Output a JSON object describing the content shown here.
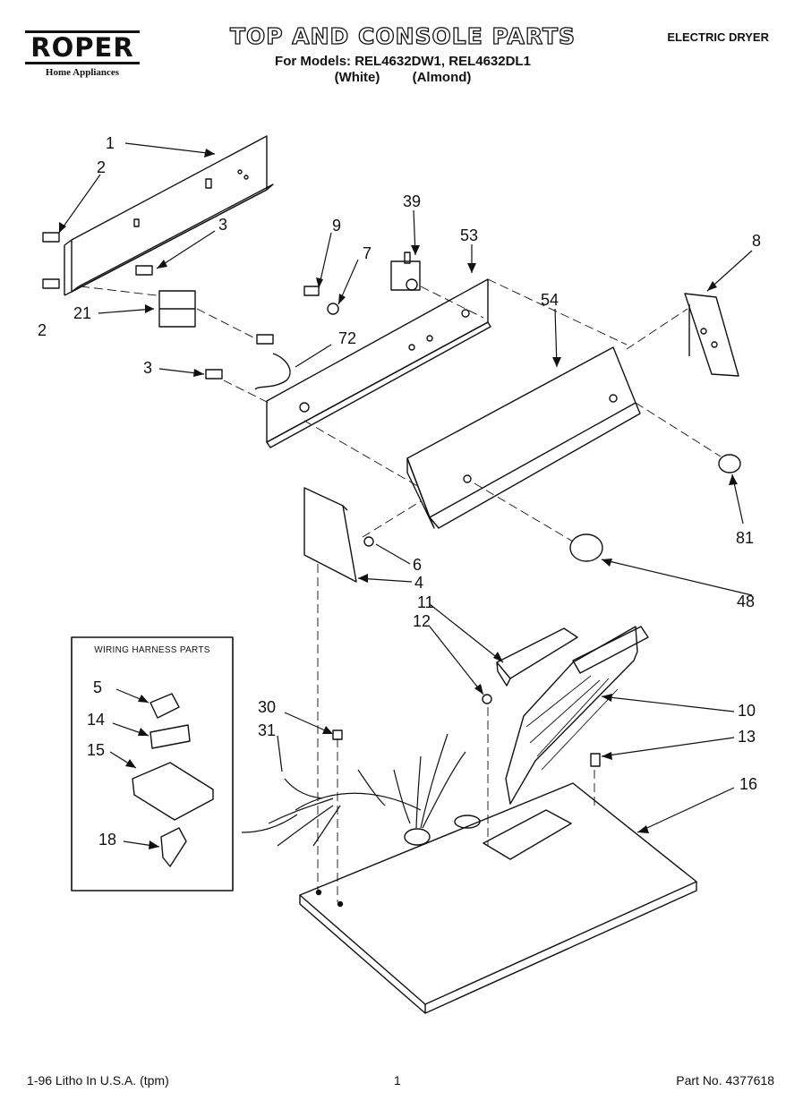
{
  "header": {
    "brand": "ROPER",
    "brand_sub": "Home Appliances",
    "title": "TOP AND CONSOLE PARTS",
    "models_line": "For Models: REL4632DW1, REL4632DL1",
    "variant_white": "(White)",
    "variant_almond": "(Almond)",
    "product_type": "ELECTRIC DRYER"
  },
  "inset": {
    "title": "WIRING HARNESS PARTS"
  },
  "callouts": [
    "1",
    "2",
    "2",
    "3",
    "3",
    "21",
    "9",
    "7",
    "72",
    "39",
    "53",
    "54",
    "8",
    "81",
    "48",
    "6",
    "4",
    "11",
    "12",
    "10",
    "13",
    "16",
    "30",
    "31",
    "5",
    "14",
    "15",
    "18"
  ],
  "footer": {
    "left": "1-96 Litho In U.S.A. (tpm)",
    "center": "1",
    "right": "Part No. 4377618"
  }
}
